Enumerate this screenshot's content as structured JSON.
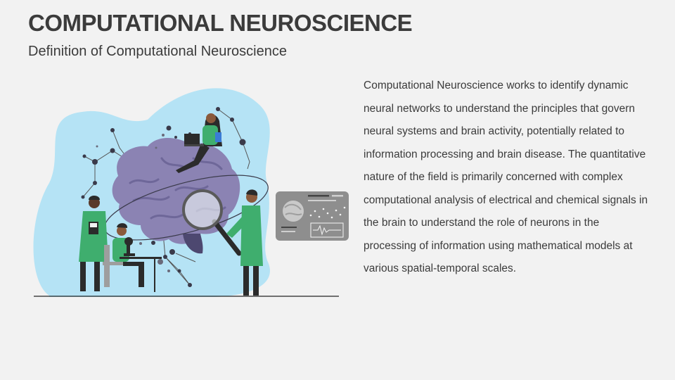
{
  "slide": {
    "title": "COMPUTATIONAL NEUROSCIENCE",
    "subtitle": "Definition of Computational Neuroscience",
    "body": "Computational Neuroscience works to identify dynamic neural networks to understand the principles that govern neural systems and brain activity, potentially related to information processing and brain disease. The quantitative nature of the field is primarily concerned with complex computational analysis of electrical and chemical signals in the brain to understand the role of neurons in the processing of information using mathematical models at various spatial-temporal scales."
  },
  "colors": {
    "background": "#f2f2f2",
    "text": "#3b3b3b",
    "blob": "#b5e3f5",
    "brain": "#8b83b3",
    "coat": "#3fae6e",
    "panel": "#8e8e8e"
  },
  "icons": [
    "brain-icon",
    "magnifier-icon",
    "microscope-icon",
    "laptop-icon",
    "monitor-panel-icon"
  ]
}
